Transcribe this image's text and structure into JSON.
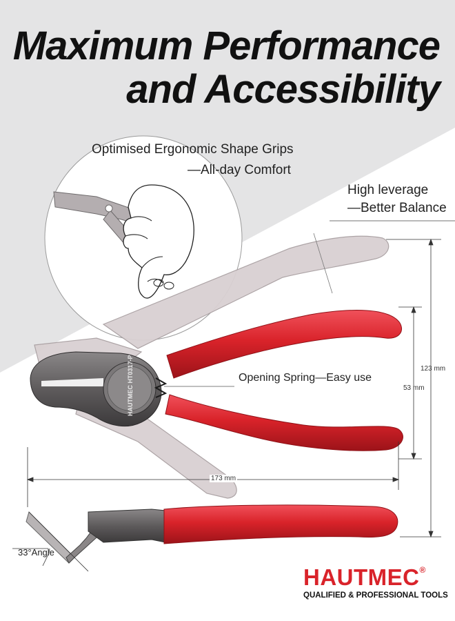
{
  "headline": {
    "line1": "Maximum Performance",
    "line2": "and Accessibility"
  },
  "callouts": {
    "grips_line1": "Optimised Ergonomic Shape Grips",
    "grips_line2": "—All-day Comfort",
    "leverage_line1": "High leverage",
    "leverage_line2": "—Better Balance",
    "spring": "Opening Spring—Easy use"
  },
  "dimensions": {
    "total_height": "123 mm",
    "handle_height": "53 mm",
    "length": "173 mm",
    "angle": "33°Angle"
  },
  "tool_engraving": "HAUTMEC HT0317-P",
  "brand": {
    "name": "HAUTMEC",
    "registered": "®",
    "tagline": "QUALIFIED & PROFESSIONAL TOOLS"
  },
  "colors": {
    "handle_red": "#d9232a",
    "background_gray": "#e3e3e4",
    "brand_red": "#d9232a",
    "metal": "#6b6869"
  }
}
